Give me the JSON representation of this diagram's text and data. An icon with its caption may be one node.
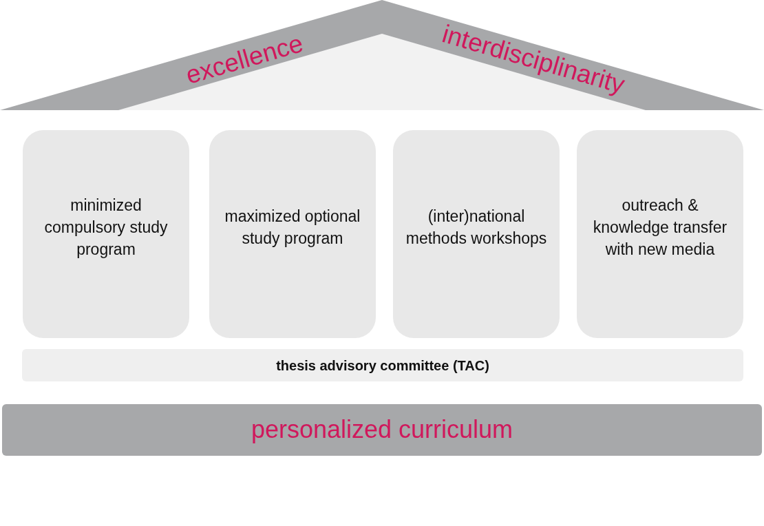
{
  "diagram": {
    "nodes": [
      {
        "text": [
          "excellence",
          "interdisciplinarity"
        ]
      },
      {
        "text": [
          "minimized compulsory study program"
        ]
      },
      {
        "text": [
          "maximized optional study program"
        ]
      },
      {
        "text": [
          "(inter)national methods workshops"
        ]
      },
      {
        "text": [
          "outreach & knowledge transfer with new media"
        ]
      },
      {
        "text": [
          "thesis advisory committee (TAC)"
        ]
      },
      {
        "text": [
          "personalized curriculum"
        ]
      }
    ]
  }
}
